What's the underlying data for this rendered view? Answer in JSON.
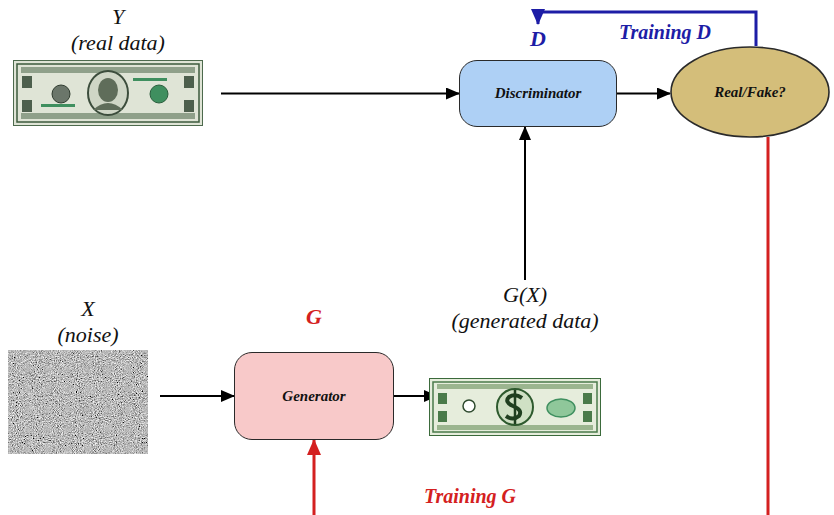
{
  "diagram": {
    "nodes": [
      {
        "text": [
          "Y",
          "(real data)"
        ]
      },
      {
        "text": [
          "D",
          "Discriminator"
        ]
      },
      {
        "text": [
          "Real/Fake?"
        ]
      },
      {
        "text": [
          "X",
          "(noise)"
        ]
      },
      {
        "text": [
          "G",
          "Generator"
        ]
      },
      {
        "text": [
          "G(X)",
          "(generated data)"
        ]
      }
    ],
    "edges": [
      {
        "from": 0,
        "to": 1,
        "arrow": "to"
      },
      {
        "from": 1,
        "to": 2,
        "arrow": "to"
      },
      {
        "from": 2,
        "to": 1,
        "label": "Training D",
        "arrow": "to"
      },
      {
        "from": 3,
        "to": 4,
        "arrow": "to"
      },
      {
        "from": 4,
        "to": 5,
        "arrow": "to"
      },
      {
        "from": 5,
        "to": 1,
        "arrow": "to"
      },
      {
        "from": 2,
        "to": 4,
        "label": "Training G",
        "arrow": "to"
      }
    ]
  }
}
